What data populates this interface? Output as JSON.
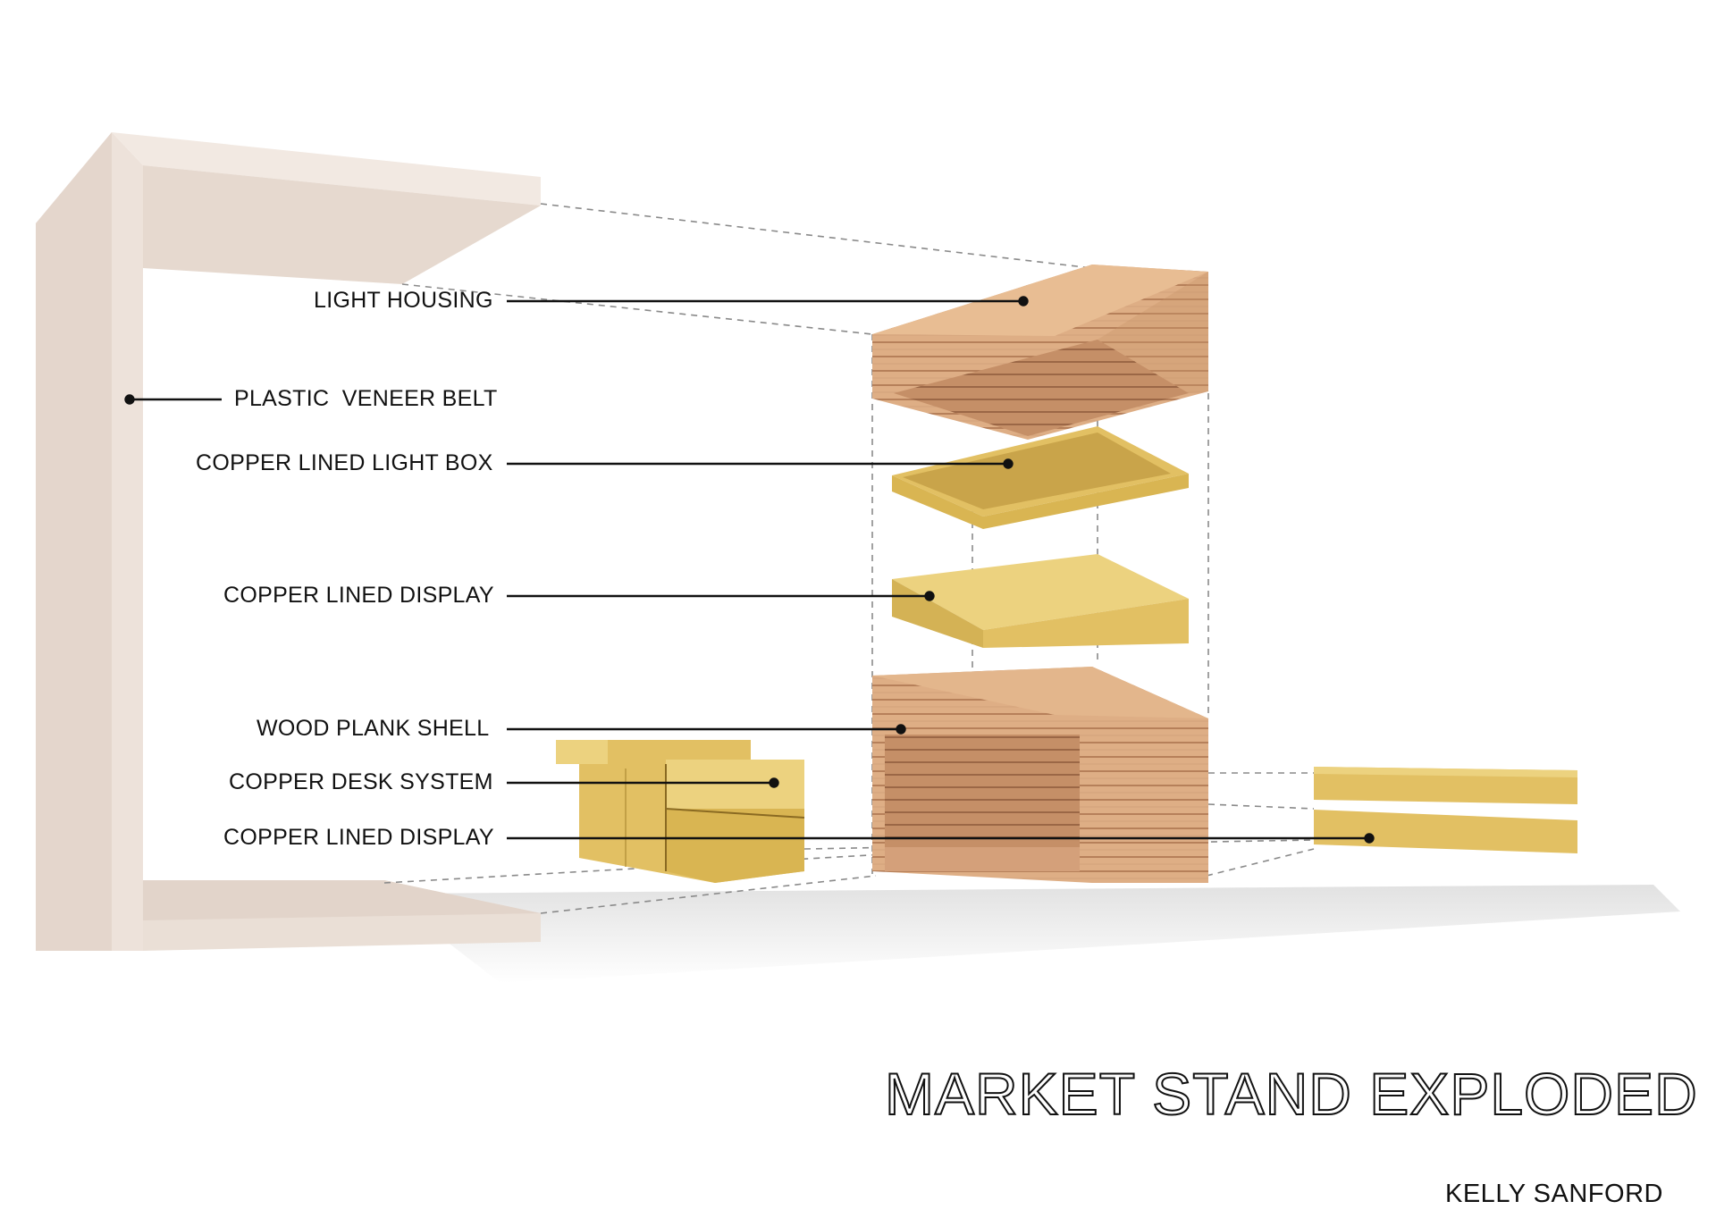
{
  "diagram": {
    "title": "MARKET STAND EXPLODED",
    "author": "KELLY SANFORD",
    "labels": {
      "light_housing": "LIGHT HOUSING",
      "plastic_veneer_belt": "PLASTIC  VENEER BELT",
      "copper_lined_light_box": "COPPER LINED LIGHT BOX",
      "copper_lined_display_upper": "COPPER LINED DISPLAY",
      "wood_plank_shell": "WOOD PLANK SHELL",
      "copper_desk_system": "COPPER DESK SYSTEM",
      "copper_lined_display_lower": "COPPER LINED DISPLAY"
    },
    "colors": {
      "veneer": "#ede2da",
      "veneer_shade": "#e0d2c8",
      "wood": "#deae85",
      "wood_dark": "#b88562",
      "wood_grain": "#a9704c",
      "copper": "#e2c063",
      "copper_dark": "#c9a44a",
      "copper_light": "#ecd27f",
      "leader": "#111111",
      "dash": "#8a8a8a"
    }
  }
}
